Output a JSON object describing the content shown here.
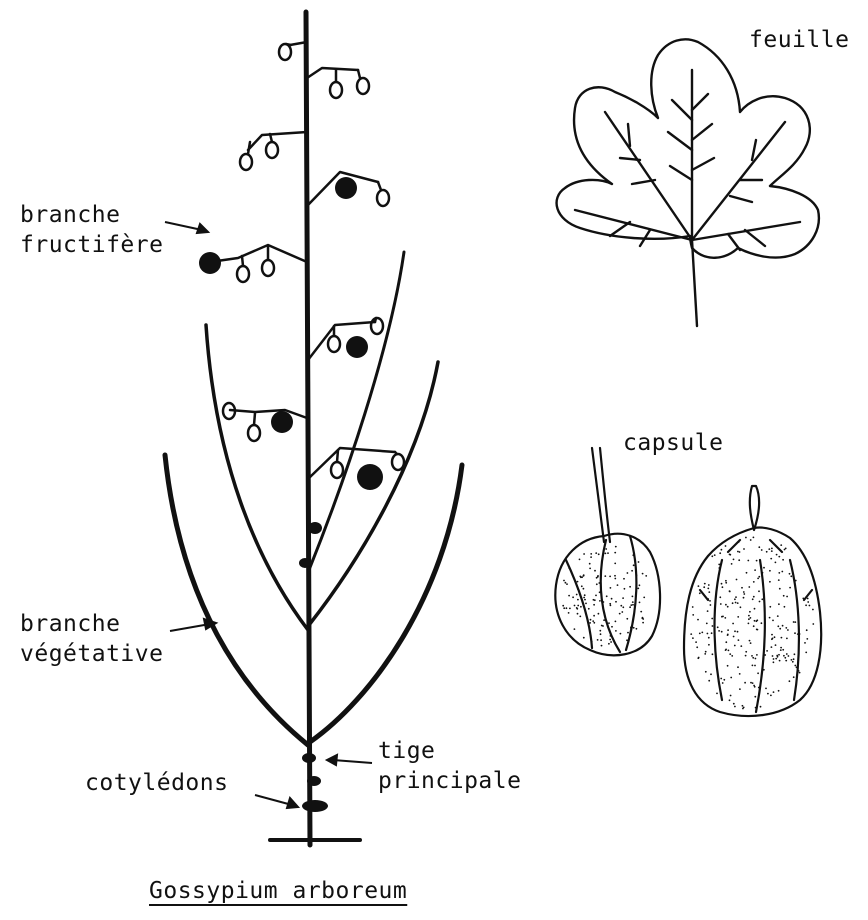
{
  "labels": {
    "feuille": "feuille",
    "capsule": "capsule",
    "branche_fructifere_1": "branche",
    "branche_fructifere_2": "fructifère",
    "branche_vegetative_1": "branche",
    "branche_vegetative_2": "végétative",
    "tige_1": "tige",
    "tige_2": "principale",
    "cotyledons": "cotylédons"
  },
  "title": "Gossypium arboreum",
  "colors": {
    "ink": "#111111",
    "paper": "#ffffff"
  }
}
